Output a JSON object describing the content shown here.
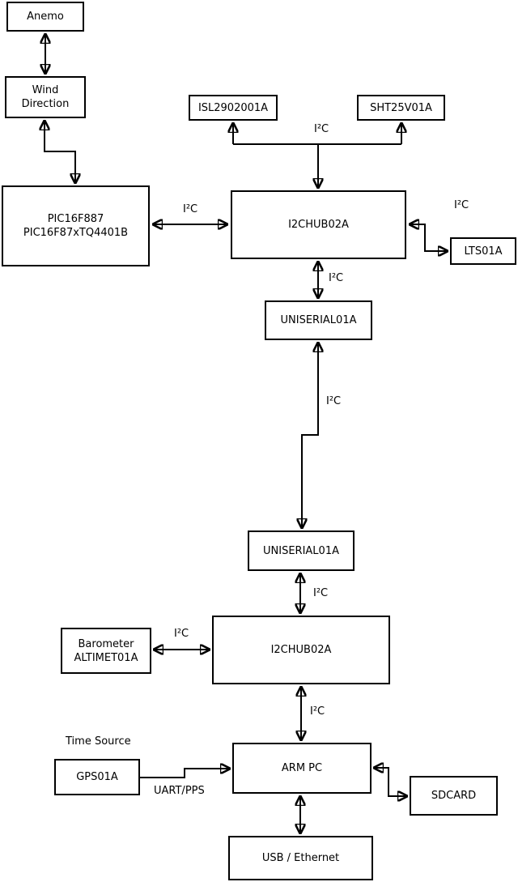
{
  "nodes": {
    "anemo": {
      "label": "Anemo"
    },
    "wind_direction": {
      "lines": [
        "Wind",
        "Direction"
      ]
    },
    "pic": {
      "lines": [
        "PIC16F887",
        "PIC16F87xTQ4401B"
      ]
    },
    "isl": {
      "label": "ISL2902001A"
    },
    "sht": {
      "label": "SHT25V01A"
    },
    "i2chub_top": {
      "label": "I2CHUB02A"
    },
    "lts": {
      "label": "LTS01A"
    },
    "uniserial_top": {
      "label": "UNISERIAL01A"
    },
    "uniserial_bottom": {
      "label": "UNISERIAL01A"
    },
    "i2chub_bottom": {
      "label": "I2CHUB02A"
    },
    "barometer": {
      "lines": [
        "Barometer",
        "ALTIMET01A"
      ]
    },
    "arm_pc": {
      "label": "ARM PC"
    },
    "gps": {
      "label": "GPS01A"
    },
    "sdcard": {
      "label": "SDCARD"
    },
    "usb_ethernet": {
      "label": "USB / Ethernet"
    }
  },
  "edge_labels": {
    "i2c_top_bus": "I²C",
    "i2c_pic_hub": "I²C",
    "i2c_lts": "I²C",
    "i2c_hub_uniserial": "I²C",
    "i2c_uniserial_link": "I²C",
    "i2c_uniserial_hub2": "I²C",
    "i2c_barometer_hub2": "I²C",
    "i2c_hub2_armpc": "I²C",
    "time_source": "Time Source",
    "uart_pps": "UART/PPS"
  },
  "colors": {
    "background": "#ffffff",
    "box_fill": "#ffffff",
    "box_border": "#000000",
    "line": "#000000",
    "text": "#000000"
  }
}
